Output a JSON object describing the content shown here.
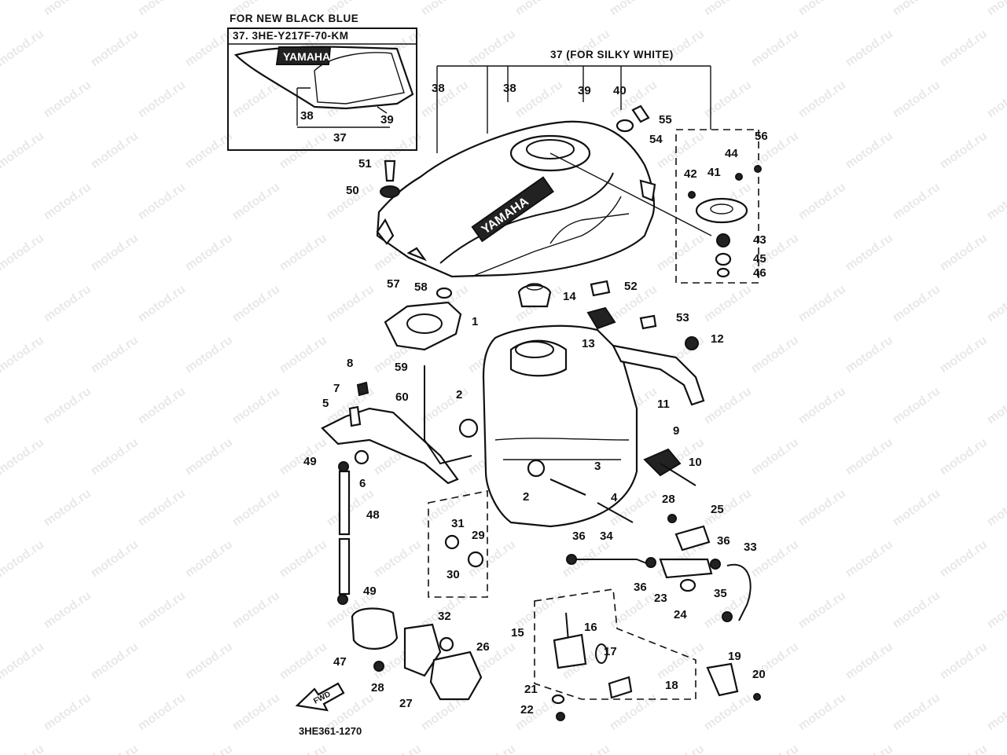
{
  "inset": {
    "title": "FOR NEW BLACK BLUE",
    "part_code": "37. 3HE-Y217F-70-KM",
    "brand_text": "YAMAHA",
    "labels": [
      "38",
      "39",
      "37"
    ]
  },
  "silky_white_label": "37 (FOR SILKY WHITE)",
  "tank_brand_text": "YAMAHA",
  "fwd_label": "FWD",
  "drawing_number": "3HE361-1270",
  "watermark_text": "motod.ru",
  "callouts": [
    {
      "id": "38a",
      "text": "38"
    },
    {
      "id": "38b",
      "text": "38"
    },
    {
      "id": "39",
      "text": "39"
    },
    {
      "id": "40",
      "text": "40"
    },
    {
      "id": "55",
      "text": "55"
    },
    {
      "id": "54",
      "text": "54"
    },
    {
      "id": "56",
      "text": "56"
    },
    {
      "id": "44",
      "text": "44"
    },
    {
      "id": "42",
      "text": "42"
    },
    {
      "id": "41",
      "text": "41"
    },
    {
      "id": "43",
      "text": "43"
    },
    {
      "id": "45",
      "text": "45"
    },
    {
      "id": "46",
      "text": "46"
    },
    {
      "id": "51",
      "text": "51"
    },
    {
      "id": "50",
      "text": "50"
    },
    {
      "id": "57",
      "text": "57"
    },
    {
      "id": "58",
      "text": "58"
    },
    {
      "id": "14",
      "text": "14"
    },
    {
      "id": "52",
      "text": "52"
    },
    {
      "id": "53",
      "text": "53"
    },
    {
      "id": "13",
      "text": "13"
    },
    {
      "id": "12",
      "text": "12"
    },
    {
      "id": "1",
      "text": "1"
    },
    {
      "id": "11",
      "text": "11"
    },
    {
      "id": "8",
      "text": "8"
    },
    {
      "id": "59",
      "text": "59"
    },
    {
      "id": "7",
      "text": "7"
    },
    {
      "id": "60",
      "text": "60"
    },
    {
      "id": "5",
      "text": "5"
    },
    {
      "id": "2a",
      "text": "2"
    },
    {
      "id": "9",
      "text": "9"
    },
    {
      "id": "49a",
      "text": "49"
    },
    {
      "id": "10",
      "text": "10"
    },
    {
      "id": "6",
      "text": "6"
    },
    {
      "id": "3",
      "text": "3"
    },
    {
      "id": "2b",
      "text": "2"
    },
    {
      "id": "4",
      "text": "4"
    },
    {
      "id": "28a",
      "text": "28"
    },
    {
      "id": "25",
      "text": "25"
    },
    {
      "id": "48",
      "text": "48"
    },
    {
      "id": "31",
      "text": "31"
    },
    {
      "id": "29",
      "text": "29"
    },
    {
      "id": "36a",
      "text": "36"
    },
    {
      "id": "34",
      "text": "34"
    },
    {
      "id": "36b",
      "text": "36"
    },
    {
      "id": "33",
      "text": "33"
    },
    {
      "id": "30",
      "text": "30"
    },
    {
      "id": "36c",
      "text": "36"
    },
    {
      "id": "23",
      "text": "23"
    },
    {
      "id": "35",
      "text": "35"
    },
    {
      "id": "49b",
      "text": "49"
    },
    {
      "id": "24",
      "text": "24"
    },
    {
      "id": "32",
      "text": "32"
    },
    {
      "id": "15",
      "text": "15"
    },
    {
      "id": "16",
      "text": "16"
    },
    {
      "id": "26",
      "text": "26"
    },
    {
      "id": "17",
      "text": "17"
    },
    {
      "id": "19",
      "text": "19"
    },
    {
      "id": "47",
      "text": "47"
    },
    {
      "id": "20",
      "text": "20"
    },
    {
      "id": "28b",
      "text": "28"
    },
    {
      "id": "21",
      "text": "21"
    },
    {
      "id": "18",
      "text": "18"
    },
    {
      "id": "27",
      "text": "27"
    },
    {
      "id": "22",
      "text": "22"
    }
  ]
}
